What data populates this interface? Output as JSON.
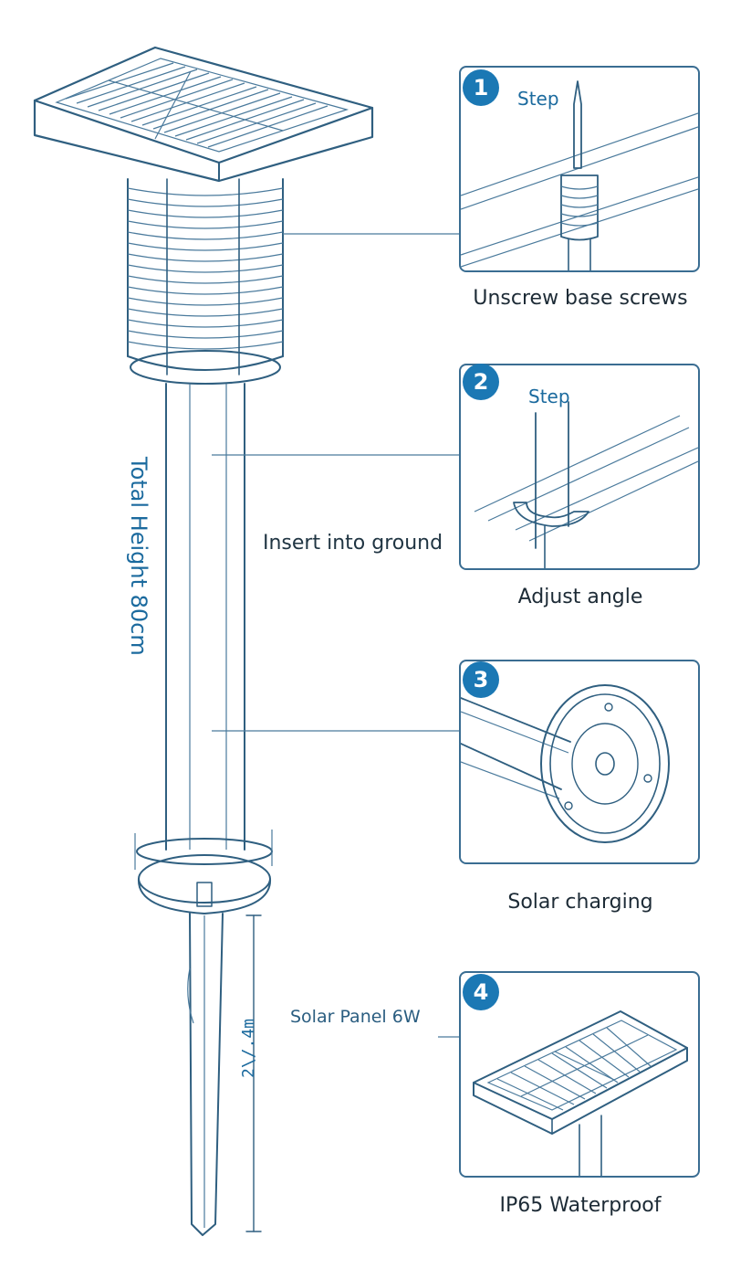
{
  "product_labels": {
    "total_height": "Total Height 80cm",
    "stake_dimension": "2\\/.4m",
    "insert_callout": "Insert into ground",
    "solar_callout": "Solar Panel 6W"
  },
  "steps": [
    {
      "number": "1",
      "step_word": "Step",
      "caption": "Unscrew base screws",
      "icon": "stake-screw-icon"
    },
    {
      "number": "2",
      "step_word": "Step",
      "caption": "Adjust angle",
      "icon": "angle-bracket-icon"
    },
    {
      "number": "3",
      "caption": "Solar charging",
      "icon": "base-plate-icon"
    },
    {
      "number": "4",
      "caption": "IP65 Waterproof",
      "icon": "solar-panel-icon"
    }
  ],
  "colors": {
    "accent": "#1b78b4",
    "line": "#2f5f80",
    "text": "#1d2b36"
  }
}
